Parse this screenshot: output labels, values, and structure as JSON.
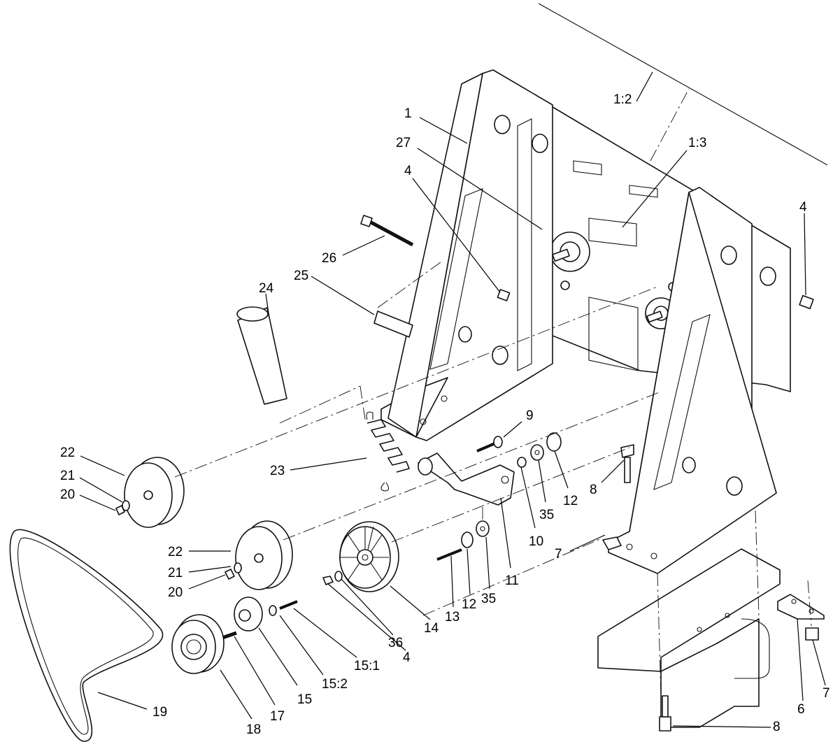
{
  "diagram": {
    "callouts": {
      "c1": "1",
      "c1_2": "1:2",
      "c1_3": "1:3",
      "c27": "27",
      "c4_upper": "4",
      "c4_right": "4",
      "c26": "26",
      "c25": "25",
      "c24": "24",
      "c9": "9",
      "c8_upper": "8",
      "c22_upper": "22",
      "c21_upper": "21",
      "c20_upper": "20",
      "c23": "23",
      "c12_upper": "12",
      "c35_upper": "35",
      "c10": "10",
      "c11": "11",
      "c7_left": "7",
      "c22_lower": "22",
      "c21_lower": "21",
      "c20_lower": "20",
      "c13": "13",
      "c12_lower": "12",
      "c35_lower": "35",
      "c14": "14",
      "c36": "36",
      "c4_lower": "4",
      "c15_1": "15:1",
      "c15_2": "15:2",
      "c15": "15",
      "c17": "17",
      "c18": "18",
      "c19": "19",
      "c6": "6",
      "c7_right": "7",
      "c8_lower": "8"
    },
    "parts": {
      "frame_left_upright": "left-upright-frame",
      "frame_right_upright": "right-upright-frame",
      "center_plate": "mounting-plate",
      "idler_pulley": "idler-pulley",
      "drive_belt": "v-belt"
    }
  }
}
